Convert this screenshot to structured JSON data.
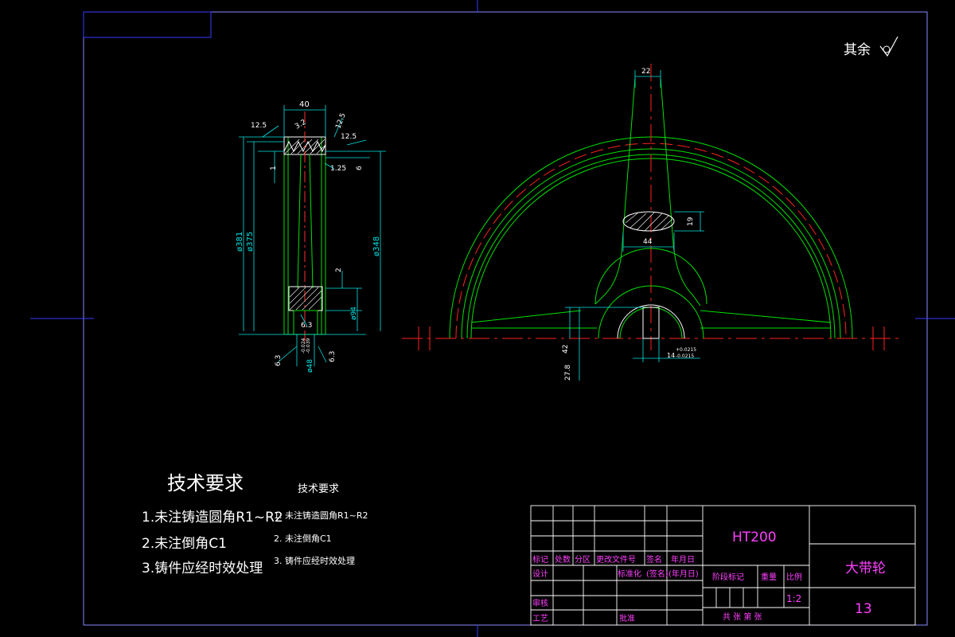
{
  "surface_finish": {
    "label": "其余"
  },
  "side_view": {
    "dims": {
      "width": "40",
      "rough_top_left": "12.5",
      "rough_top_mid": "3.2",
      "rough_top_right": "12.5",
      "rough_right": "12.5",
      "rim_1": "1",
      "groove_125": "1.25",
      "rim_6": "6",
      "dia_381": "ø381",
      "dia_375": "ø375",
      "dia_348": "ø348",
      "hub_2": "2",
      "dia_94": "ø94",
      "rough_bore": "6.3",
      "rough_bl": "6.3",
      "rough_br": "6.3",
      "bore_dia": "ø48",
      "bore_tol_up": "-0.024",
      "bore_tol_lo": "-0.039"
    }
  },
  "front_view": {
    "dims": {
      "spoke_top": "22",
      "slot_h": "19",
      "slot_w": "44",
      "hub_h1": "42",
      "hub_h2": "27.8",
      "key_w": "14",
      "key_tol_up": "+0.0215",
      "key_tol_lo": "-0.0215"
    }
  },
  "tech_requirements": {
    "title": "技术要求",
    "items": [
      "1.未注铸造圆角R1~R2",
      "2.未注倒角C1",
      "3.铸件应经时效处理"
    ]
  },
  "tech_requirements_small": {
    "title": "技术要求",
    "items": [
      "1. 未注铸造圆角R1~R2",
      "2. 未注倒角C1",
      "3. 铸件应经时效处理"
    ]
  },
  "title_block": {
    "material": "HT200",
    "part_name": "大带轮",
    "drawing_no": "13",
    "scale": "1:2",
    "labels": {
      "mark": "标记",
      "count": "处数",
      "zone": "分区",
      "change_doc": "更改文件号",
      "sign": "签名",
      "date": "年月日",
      "design": "设计",
      "standard": "标准化",
      "sign2": "(签名)",
      "date2": "(年月日)",
      "stage": "阶段标记",
      "weight": "重量",
      "ratio": "比例",
      "review": "审核",
      "process": "工艺",
      "approve": "批准",
      "sheets": "共  张  第  张"
    }
  }
}
